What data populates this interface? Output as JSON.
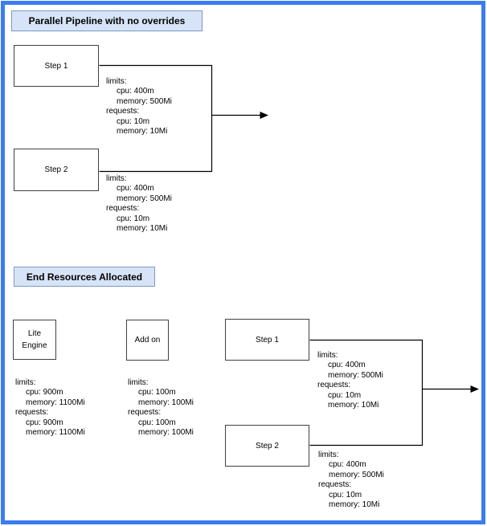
{
  "colors": {
    "frame": "#3b7cf0",
    "title_fill": "#d7e4f8",
    "title_border": "#7a99c6",
    "box_border": "#404040",
    "line": "#000000"
  },
  "top_section": {
    "title": "Parallel Pipeline with no overrides",
    "steps": [
      {
        "label": "Step 1",
        "res": {
          "limits_label": "limits:",
          "limits_cpu": "cpu: 400m",
          "limits_memory": "memory: 500Mi",
          "requests_label": "requests:",
          "requests_cpu": "cpu: 10m",
          "requests_memory": "memory: 10Mi"
        }
      },
      {
        "label": "Step 2",
        "res": {
          "limits_label": "limits:",
          "limits_cpu": "cpu: 400m",
          "limits_memory": "memory: 500Mi",
          "requests_label": "requests:",
          "requests_cpu": "cpu: 10m",
          "requests_memory": "memory: 10Mi"
        }
      }
    ]
  },
  "bottom_section": {
    "title": "End Resources Allocated",
    "nodes": [
      {
        "label": "Lite\nEngine",
        "res": {
          "limits_label": "limits:",
          "limits_cpu": "cpu: 900m",
          "limits_memory": "memory: 1100Mi",
          "requests_label": "requests:",
          "requests_cpu": "cpu: 900m",
          "requests_memory": "memory: 1100Mi"
        }
      },
      {
        "label": "Add on",
        "res": {
          "limits_label": "limits:",
          "limits_cpu": "cpu: 100m",
          "limits_memory": "memory: 100Mi",
          "requests_label": "requests:",
          "requests_cpu": "cpu: 100m",
          "requests_memory": "memory: 100Mi"
        }
      },
      {
        "label": "Step 1",
        "res": {
          "limits_label": "limits:",
          "limits_cpu": "cpu: 400m",
          "limits_memory": "memory: 500Mi",
          "requests_label": "requests:",
          "requests_cpu": "cpu: 10m",
          "requests_memory": "memory: 10Mi"
        }
      },
      {
        "label": "Step 2",
        "res": {
          "limits_label": "limits:",
          "limits_cpu": "cpu: 400m",
          "limits_memory": "memory: 500Mi",
          "requests_label": "requests:",
          "requests_cpu": "cpu: 10m",
          "requests_memory": "memory: 10Mi"
        }
      }
    ]
  }
}
